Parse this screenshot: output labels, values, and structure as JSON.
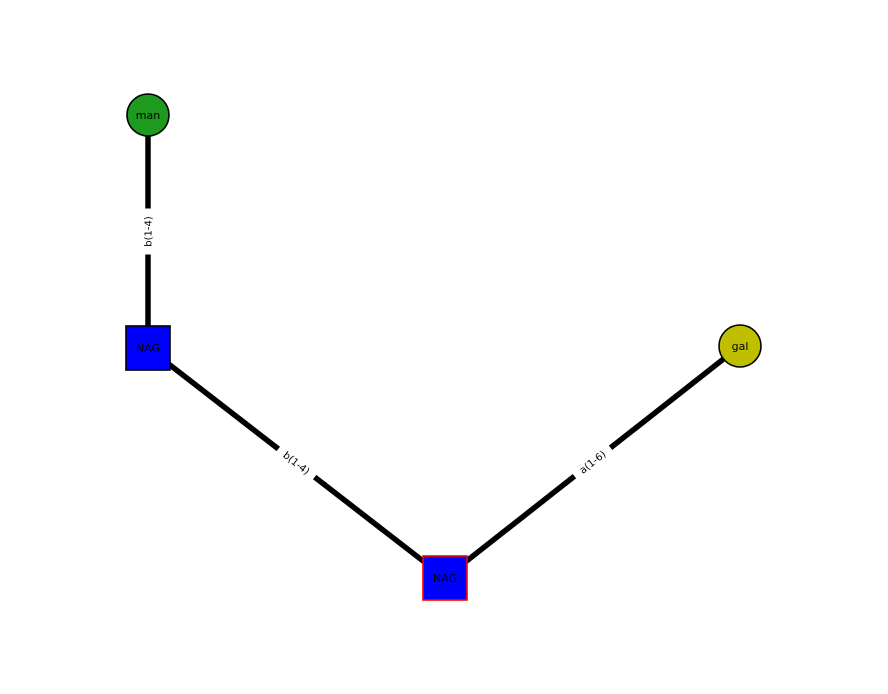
{
  "figure": {
    "background": "#ffffff",
    "edge_color": "#000000"
  },
  "diagram": {
    "nodes": [
      {
        "id": "man",
        "label": "man",
        "shape": "circle",
        "fill": "#1e9a1e",
        "border": "#000000"
      },
      {
        "id": "nag1",
        "label": "NAG",
        "shape": "square",
        "fill": "#0000ff",
        "border": "#000000"
      },
      {
        "id": "nag2",
        "label": "NAG",
        "shape": "square",
        "fill": "#0000ff",
        "border": "#ff0000"
      },
      {
        "id": "gal",
        "label": "gal",
        "shape": "circle",
        "fill": "#bfbf00",
        "border": "#000000"
      }
    ],
    "edges": [
      {
        "from": "man",
        "to": "nag1",
        "label": "b(1-4)"
      },
      {
        "from": "nag1",
        "to": "nag2",
        "label": "b(1-4)"
      },
      {
        "from": "nag2",
        "to": "gal",
        "label": "a(1-6)"
      }
    ]
  }
}
